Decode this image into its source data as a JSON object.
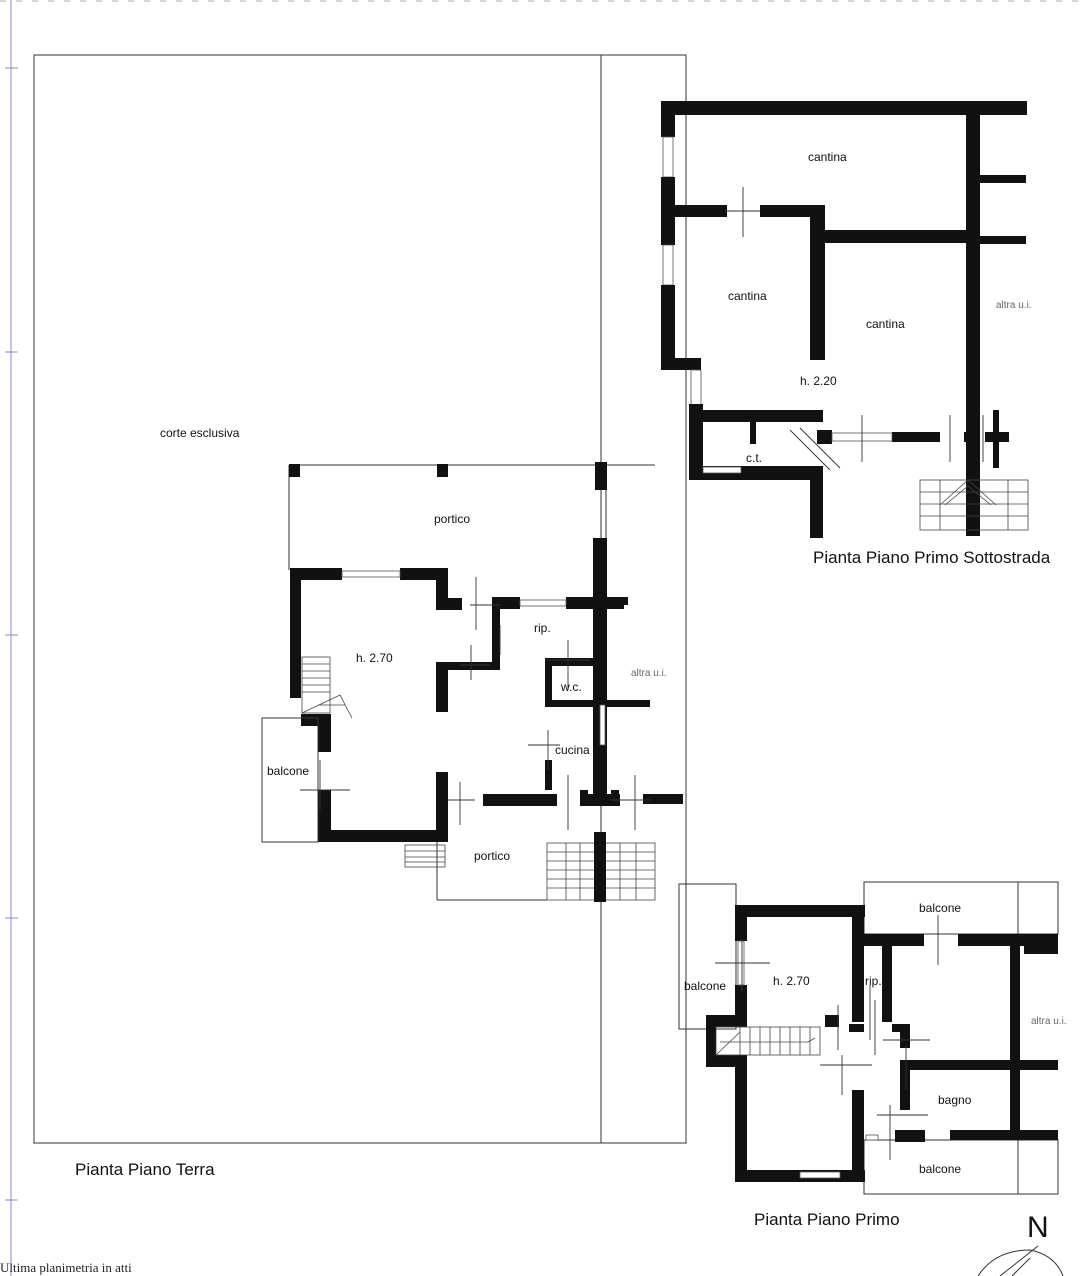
{
  "sheet": {
    "note": "Ultima planimetria in atti",
    "north_letter": "N"
  },
  "ground_floor": {
    "title": "Pianta Piano Terra",
    "rooms": {
      "court": "corte esclusiva",
      "porch_top": "portico",
      "height": "h. 2.70",
      "storage": "rip.",
      "wc": "w.c.",
      "kitchen": "cucina",
      "balcony": "balcone",
      "porch_bottom": "portico",
      "other_unit": "altra u.i."
    }
  },
  "basement": {
    "title": "Pianta Piano Primo Sottostrada",
    "rooms": {
      "cellar_top": "cantina",
      "cellar_left": "cantina",
      "cellar_right": "cantina",
      "height": "h. 2.20",
      "boiler": "c.t.",
      "other_unit": "altra u.i."
    }
  },
  "first_floor": {
    "title": "Pianta Piano Primo",
    "rooms": {
      "balcony_top": "balcone",
      "balcony_left": "balcone",
      "height": "h. 2.70",
      "storage": "rip.",
      "other_unit": "altra u.i.",
      "bathroom": "bagno",
      "balcony_bottom": "balcone"
    }
  }
}
